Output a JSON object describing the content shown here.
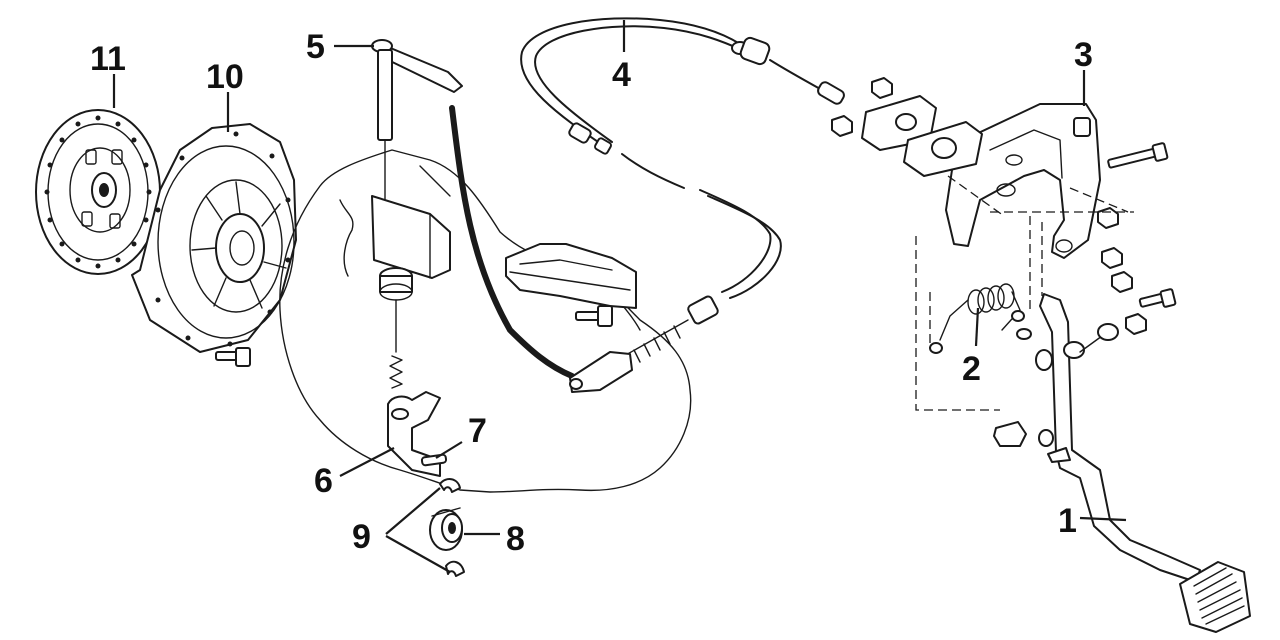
{
  "callouts": [
    {
      "id": "1",
      "text": "1"
    },
    {
      "id": "2",
      "text": "2"
    },
    {
      "id": "3",
      "text": "3"
    },
    {
      "id": "4",
      "text": "4"
    },
    {
      "id": "5",
      "text": "5"
    },
    {
      "id": "6",
      "text": "6"
    },
    {
      "id": "7",
      "text": "7"
    },
    {
      "id": "8",
      "text": "8"
    },
    {
      "id": "9",
      "text": "9"
    },
    {
      "id": "10",
      "text": "10"
    },
    {
      "id": "11",
      "text": "11"
    }
  ],
  "colors": {
    "ink": "#1a1a1a",
    "background": "#ffffff"
  }
}
